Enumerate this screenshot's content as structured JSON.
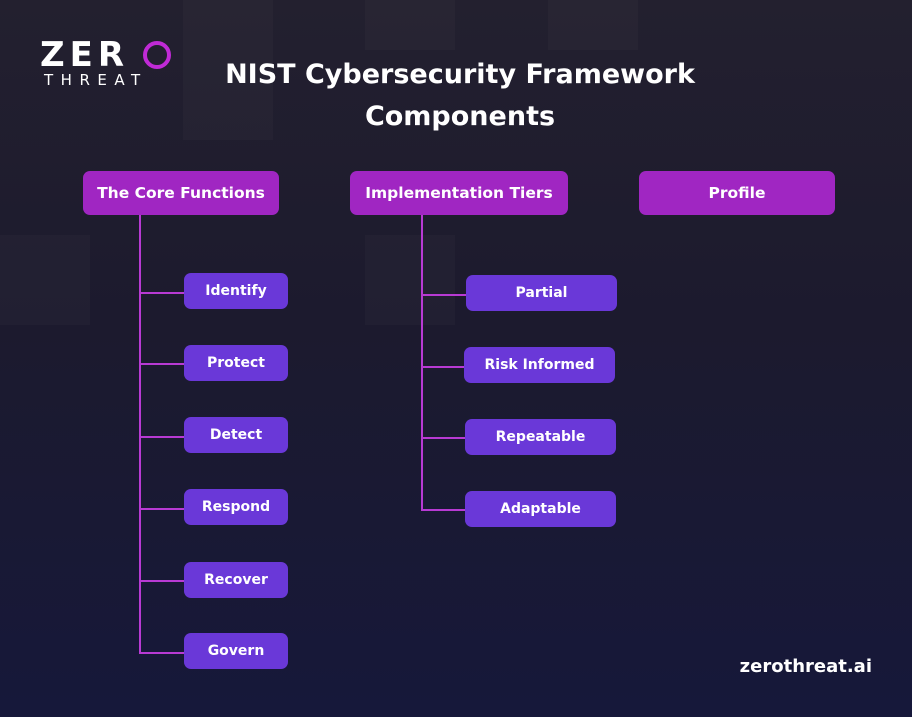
{
  "logo": {
    "top": "ZERO",
    "bottom": "THREAT"
  },
  "title": {
    "line1": "NIST Cybersecurity Framework",
    "line2": "Components"
  },
  "columns": {
    "core": {
      "label": "The Core Functions",
      "items": [
        "Identify",
        "Protect",
        "Detect",
        "Respond",
        "Recover",
        "Govern"
      ]
    },
    "tiers": {
      "label": "Implementation Tiers",
      "items": [
        "Partial",
        "Risk Informed",
        "Repeatable",
        "Adaptable"
      ]
    },
    "profile": {
      "label": "Profile"
    }
  },
  "footer": {
    "url": "zerothreat.ai"
  },
  "colors": {
    "header_box": "#a026c2",
    "child_box": "#6a38d8",
    "connector": "#b83ad4",
    "logo_accent": "#c02ad6"
  }
}
